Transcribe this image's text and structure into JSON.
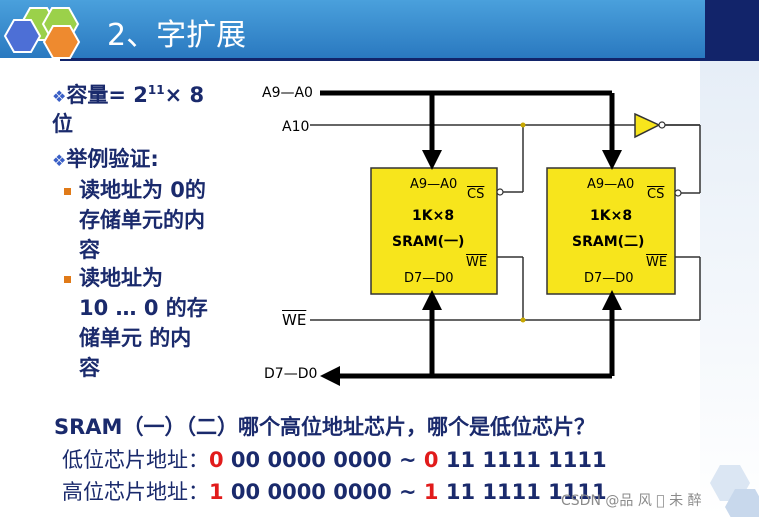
{
  "header": {
    "title": "2、字扩展"
  },
  "bullets": {
    "capacity_label": "容量=",
    "capacity_base": "2",
    "capacity_exp": "11",
    "capacity_rest": "× 8",
    "capacity_unit": "位",
    "example": "举例验证:",
    "sub1": [
      "读地址为 0的",
      "存储单元的内",
      "容"
    ],
    "sub2": [
      "读地址为",
      "10 … 0 的存",
      "储单元 的内",
      "容"
    ]
  },
  "diagram": {
    "addr_label": "A9—A0",
    "a10_label": "A10",
    "we_label": "WE",
    "data_label": "D7—D0",
    "chip1": {
      "addr": "A9—A0",
      "cs": "CS",
      "size": "1K×8",
      "name": "SRAM(一)",
      "we": "WE",
      "data": "D7—D0"
    },
    "chip2": {
      "addr": "A9—A0",
      "cs": "CS",
      "size": "1K×8",
      "name": "SRAM(二)",
      "we": "WE",
      "data": "D7—D0"
    }
  },
  "question": "SRAM（一）（二）哪个高位地址芯片，哪个是低位芯片？",
  "low_addr": {
    "label": "低位芯片地址：",
    "first": "0",
    "mid": " 00 0000 0000 ~ ",
    "second": "0",
    "rest": " 11 1111 1111"
  },
  "high_addr": {
    "label": "高位芯片地址：",
    "first": "1",
    "mid": " 00 0000 0000 ~ ",
    "second": "1",
    "rest": " 11 1111 1111"
  },
  "watermark": "CSDN @品 风 \u0000 未 醉",
  "colors": {
    "chip_fill": "#f7e51c",
    "accent_red": "#e11b1b",
    "text_navy": "#1a2a6c",
    "header_blue": "#2a79c0"
  }
}
